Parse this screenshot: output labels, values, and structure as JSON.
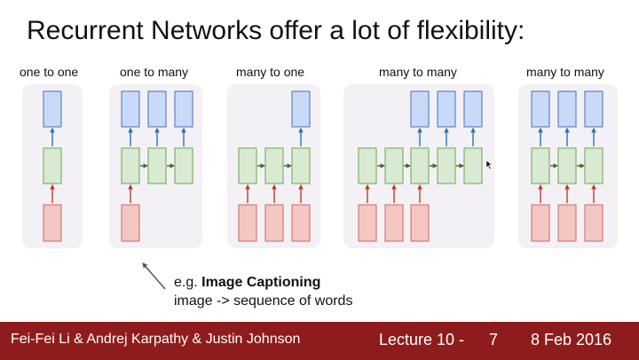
{
  "title": "Recurrent Networks offer a lot of flexibility:",
  "groups": [
    {
      "label": "one to one"
    },
    {
      "label": "one to many"
    },
    {
      "label": "many to one"
    },
    {
      "label": "many to many"
    },
    {
      "label": "many to many"
    }
  ],
  "caption": {
    "prefix": "e.g. ",
    "bold": "Image Captioning",
    "line2": "image -> sequence of words"
  },
  "footer": {
    "authors": "Fei-Fei Li & Andrej Karpathy & Justin Johnson",
    "lecture": "Lecture 10 -",
    "slide_number": "7",
    "date": "8 Feb 2016"
  },
  "colors": {
    "input_fill": "#f4c7c3",
    "input_stroke": "#cc6666",
    "hidden_fill": "#d9ead3",
    "hidden_stroke": "#6aa84f",
    "output_fill": "#c9daf8",
    "output_stroke": "#4a6fb5",
    "panel_bg": "#f3f1f5",
    "footer_bg": "#8f1c1c"
  }
}
